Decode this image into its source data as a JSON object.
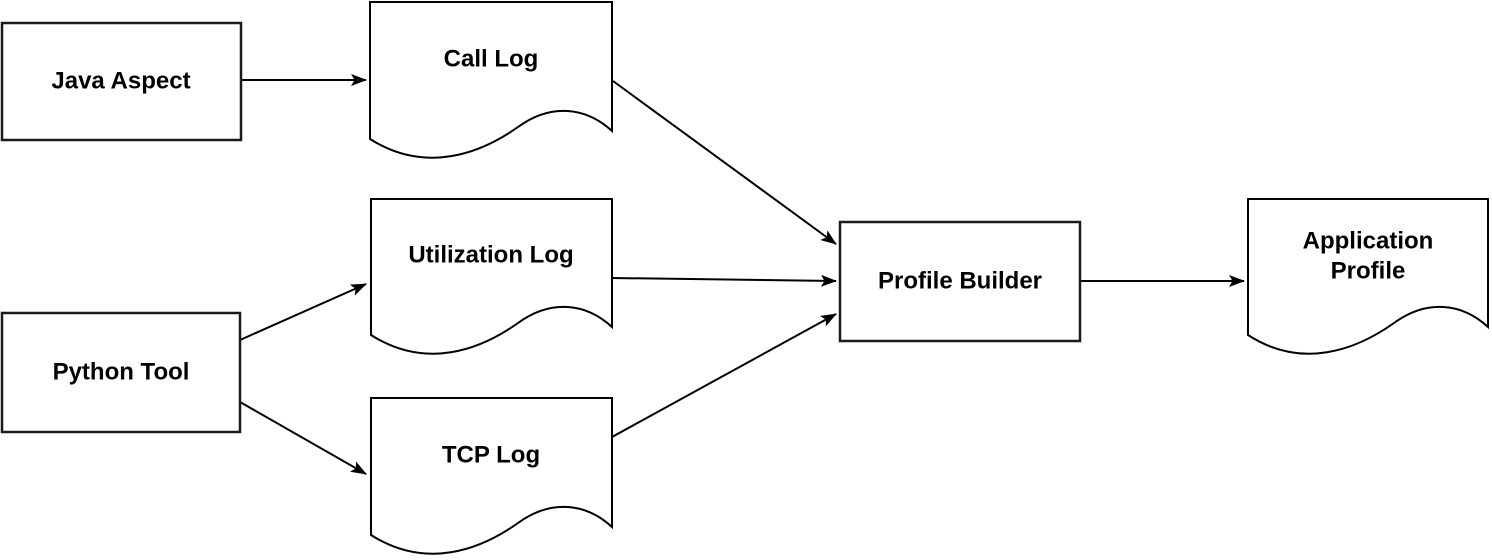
{
  "diagram": {
    "type": "flowchart",
    "background_color": "#ffffff",
    "stroke_color": "#000000",
    "fill_color": "#ffffff",
    "text_color": "#000000",
    "nodes": {
      "java_aspect": {
        "id": "java_aspect",
        "label": "Java Aspect",
        "shape": "rectangle"
      },
      "call_log": {
        "id": "call_log",
        "label": "Call Log",
        "shape": "document"
      },
      "python_tool": {
        "id": "python_tool",
        "label": "Python Tool",
        "shape": "rectangle"
      },
      "utilization_log": {
        "id": "utilization_log",
        "label": "Utilization Log",
        "shape": "document"
      },
      "tcp_log": {
        "id": "tcp_log",
        "label": "TCP Log",
        "shape": "document"
      },
      "profile_builder": {
        "id": "profile_builder",
        "label": "Profile Builder",
        "shape": "rectangle"
      },
      "application_profile": {
        "id": "application_profile",
        "label": "Application Profile",
        "label_line1": "Application",
        "label_line2": "Profile",
        "shape": "document"
      }
    },
    "edges": [
      {
        "from": "java_aspect",
        "to": "call_log"
      },
      {
        "from": "python_tool",
        "to": "utilization_log"
      },
      {
        "from": "python_tool",
        "to": "tcp_log"
      },
      {
        "from": "call_log",
        "to": "profile_builder"
      },
      {
        "from": "utilization_log",
        "to": "profile_builder"
      },
      {
        "from": "tcp_log",
        "to": "profile_builder"
      },
      {
        "from": "profile_builder",
        "to": "application_profile"
      }
    ]
  }
}
